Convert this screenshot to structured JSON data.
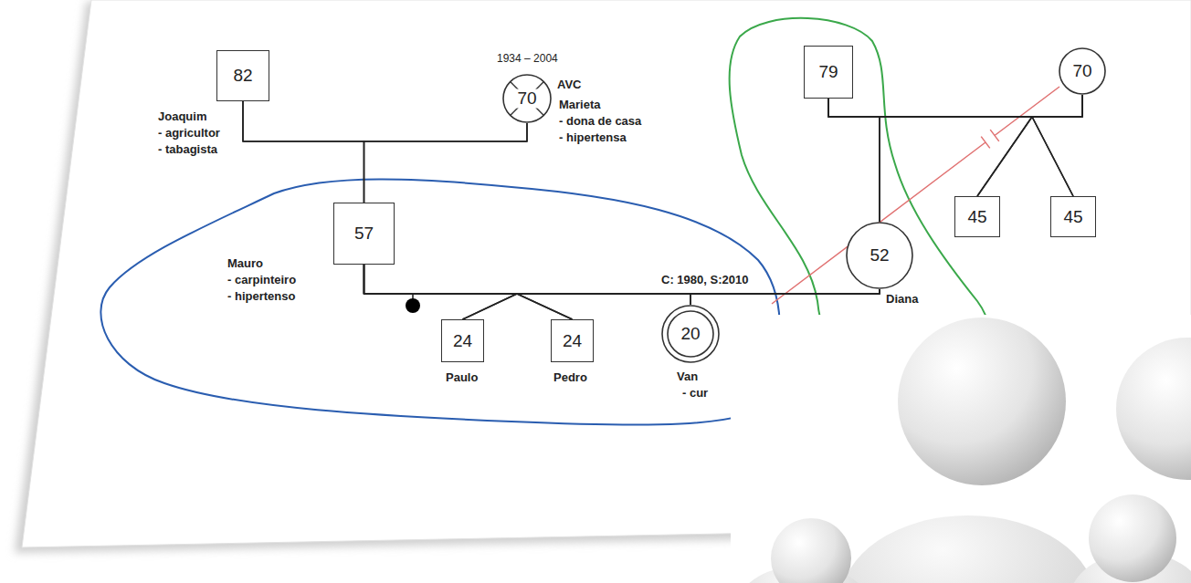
{
  "diagram": {
    "nodes": [
      {
        "text": [
          "82",
          "Joaquim",
          "- agricultor",
          "- tabagista"
        ]
      },
      {
        "text": [
          "70",
          "1934 – 2004",
          "AVC",
          "Marieta",
          "- dona de casa",
          "- hipertensa"
        ]
      },
      {
        "text": [
          "79"
        ]
      },
      {
        "text": [
          "70"
        ]
      },
      {
        "text": [
          "57",
          "Mauro",
          "- carpinteiro",
          "- hipertenso"
        ]
      },
      {
        "text": [
          "52",
          "Diana"
        ]
      },
      {
        "text": [
          "45"
        ]
      },
      {
        "text": [
          "45"
        ]
      },
      {
        "text": [
          "24",
          "Paulo"
        ]
      },
      {
        "text": [
          "24",
          "Pedro"
        ]
      },
      {
        "text": [
          "20",
          "Van",
          "- cur"
        ]
      }
    ],
    "edges": [
      {
        "from": 0,
        "to": 1,
        "arrow": "none"
      },
      {
        "from": 0,
        "to": 4,
        "arrow": "none"
      },
      {
        "from": 1,
        "to": 4,
        "arrow": "none"
      },
      {
        "from": 2,
        "to": 3,
        "arrow": "none"
      },
      {
        "from": 2,
        "to": 5,
        "arrow": "none"
      },
      {
        "from": 3,
        "to": 5,
        "arrow": "none"
      },
      {
        "from": 2,
        "to": 6,
        "arrow": "none"
      },
      {
        "from": 3,
        "to": 6,
        "arrow": "none"
      },
      {
        "from": 2,
        "to": 7,
        "arrow": "none"
      },
      {
        "from": 3,
        "to": 7,
        "arrow": "none"
      },
      {
        "from": 4,
        "to": 5,
        "label": "C: 1980, S:2010",
        "arrow": "none"
      },
      {
        "from": 4,
        "to": 8,
        "arrow": "none"
      },
      {
        "from": 5,
        "to": 8,
        "arrow": "none"
      },
      {
        "from": 4,
        "to": 9,
        "arrow": "none"
      },
      {
        "from": 5,
        "to": 9,
        "arrow": "none"
      },
      {
        "from": 4,
        "to": 10,
        "arrow": "none"
      },
      {
        "from": 5,
        "to": 10,
        "arrow": "none"
      }
    ]
  }
}
